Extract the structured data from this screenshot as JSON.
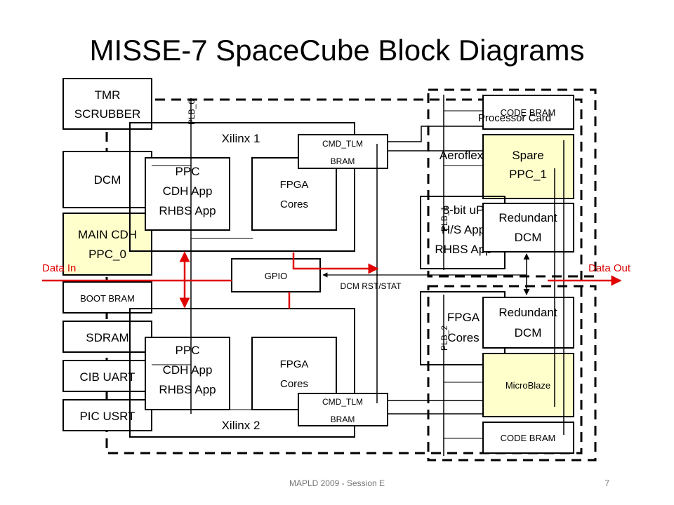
{
  "title": "MISSE-7 SpaceCube Block Diagrams",
  "colors": {
    "highlight": "#ffffcc",
    "signal": "#e00000",
    "line": "#000000"
  },
  "left_column": {
    "tmr_scrubber": [
      "TMR",
      "SCRUBBER"
    ],
    "dcm": "DCM",
    "main_cdh": [
      "MAIN CDH",
      "PPC_0"
    ],
    "boot_bram": "BOOT BRAM",
    "sdram": "SDRAM",
    "cib_uart": "CIB UART",
    "pic_usrt": "PIC USRT"
  },
  "xilinx1": {
    "label": "Xilinx 1",
    "ppc": [
      "PPC",
      "CDH App",
      "RHBS App"
    ],
    "fpga": [
      "FPGA",
      "Cores"
    ],
    "cmd_tlm": [
      "CMD_TLM",
      "BRAM"
    ]
  },
  "xilinx2": {
    "label": "Xilinx 2",
    "ppc": [
      "PPC",
      "CDH App",
      "RHBS App"
    ],
    "fpga": [
      "FPGA",
      "Cores"
    ],
    "cmd_tlm": [
      "CMD_TLM",
      "BRAM"
    ]
  },
  "bus_labels": {
    "plb0": "PLB_0",
    "plb1": "PLB_1",
    "plb2": "PLB_2"
  },
  "center": {
    "gpio": "GPIO",
    "dcm_rst": "DCM RST/STAT"
  },
  "io": {
    "data_in": "Data In",
    "data_out": "Data Out"
  },
  "processor_card": {
    "label": "Processor Card",
    "code_bram_top": "CODE BRAM",
    "aeroflex": "Aeroflex",
    "spare": [
      "Spare",
      "PPC_1"
    ],
    "uP": [
      "8-bit uP",
      "H/S App",
      "RHBS App"
    ],
    "redundant_dcm_top": [
      "Redundant",
      "DCM"
    ],
    "fpga": [
      "FPGA",
      "Cores"
    ],
    "redundant_dcm_bottom": [
      "Redundant",
      "DCM"
    ],
    "microblaze": "MicroBlaze",
    "code_bram_bottom": "CODE BRAM"
  },
  "footer": {
    "session": "MAPLD 2009 - Session E",
    "page": "7"
  }
}
